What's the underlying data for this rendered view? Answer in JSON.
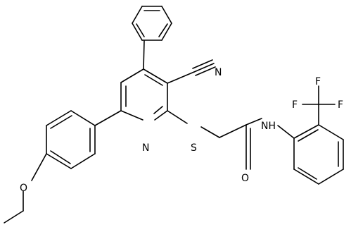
{
  "structure": {
    "atoms": {
      "N_cyano": "N",
      "N_pyridine": "N",
      "S": "S",
      "O_amide": "O",
      "NH": "NH",
      "O_ether": "O",
      "F1": "F",
      "F2": "F",
      "F3": "F"
    }
  }
}
